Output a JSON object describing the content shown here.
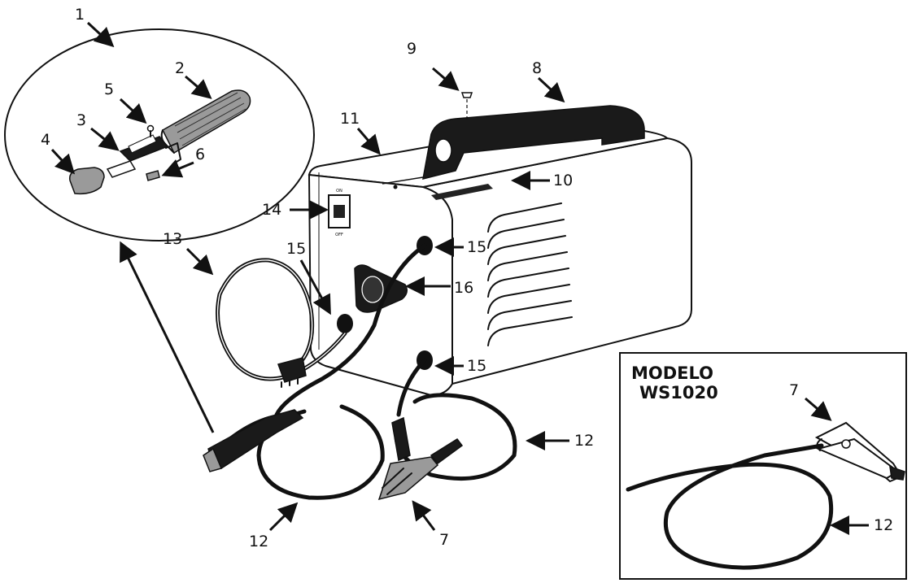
{
  "callouts": {
    "c1": "1",
    "c2": "2",
    "c3": "3",
    "c4": "4",
    "c5": "5",
    "c6": "6",
    "c7": "7",
    "c8": "8",
    "c9": "9",
    "c10": "10",
    "c11": "11",
    "c12a": "12",
    "c12b": "12",
    "c13": "13",
    "c14": "14",
    "c15a": "15",
    "c15b": "15",
    "c15c": "15",
    "c16": "16",
    "inset_c7": "7",
    "inset_c12": "12"
  },
  "inset": {
    "title_line1": "MODELO",
    "title_line2": "WS1020"
  }
}
